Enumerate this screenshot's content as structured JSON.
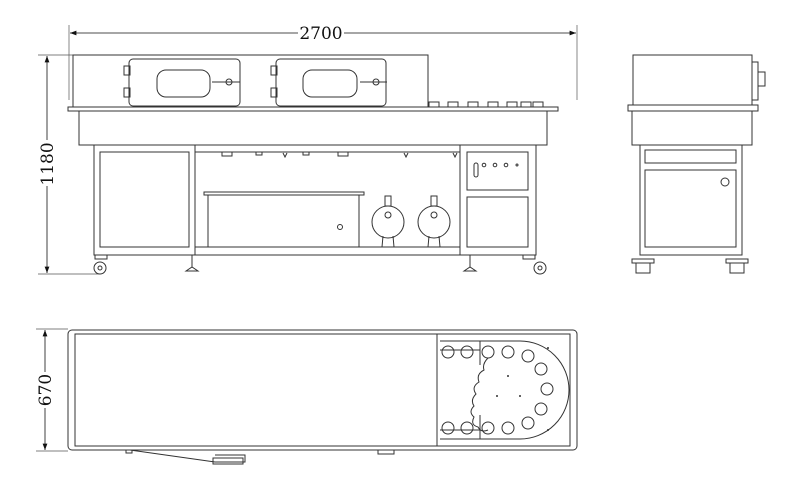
{
  "dimensions": {
    "width": "2700",
    "height": "1180",
    "depth": "670"
  },
  "colors": {
    "line": "#333333",
    "background": "#ffffff"
  }
}
